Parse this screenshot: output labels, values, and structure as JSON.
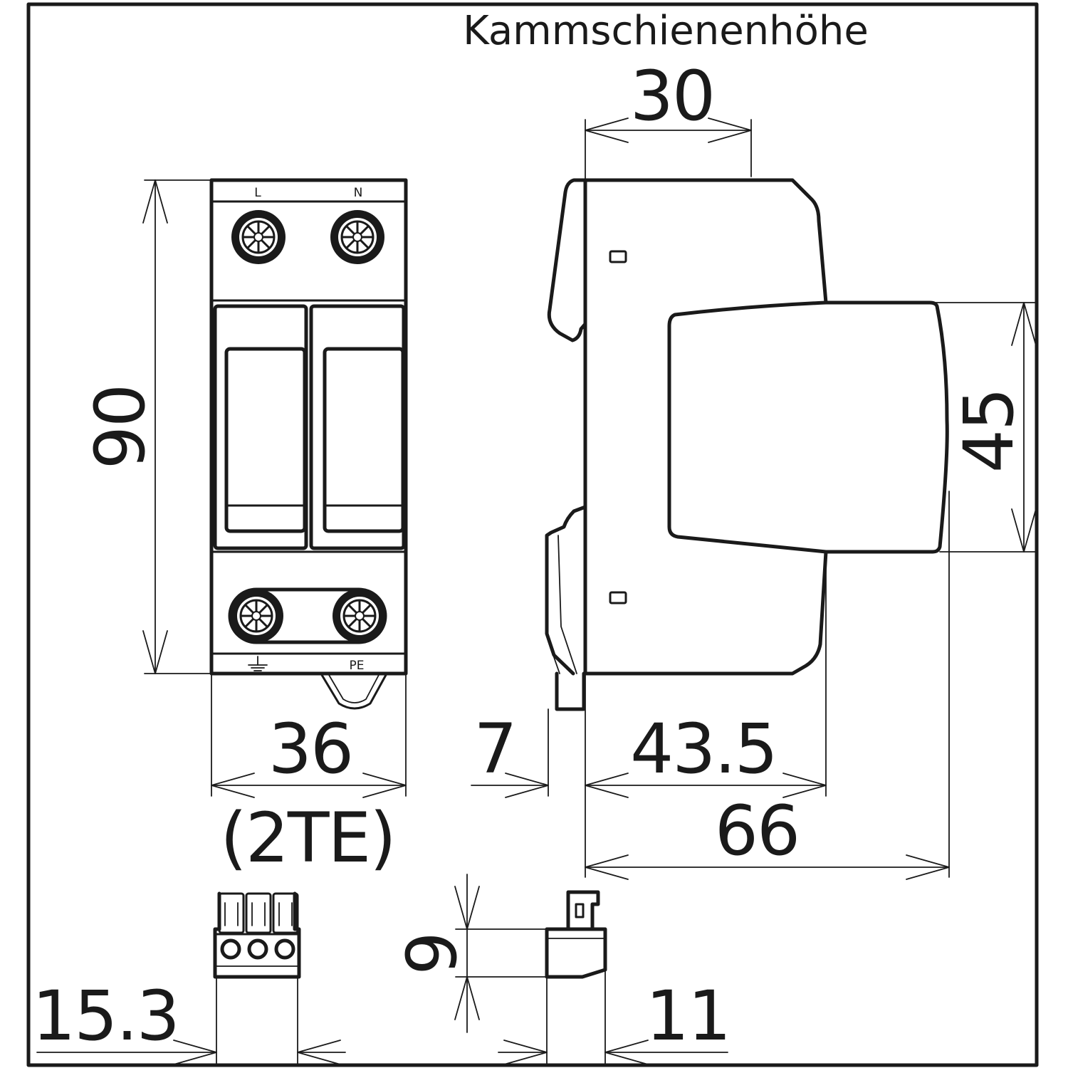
{
  "header": {
    "title": "Kammschienenhöhe"
  },
  "front_view": {
    "terminal_top_left": "L",
    "terminal_top_right": "N",
    "terminal_bottom_right": "PE",
    "ground_symbol": "earth-ground-icon"
  },
  "dimensions": {
    "busbar_height": "30",
    "height": "90",
    "width": "36",
    "width_units": "(2TE)",
    "rail_depth": "7",
    "front_depth": "43.5",
    "total_depth": "66",
    "module_height": "45",
    "connector_width": "15.3",
    "connector_height": "9",
    "connector_depth": "11"
  },
  "colors": {
    "line": "#1a1a1a",
    "background": "#ffffff"
  }
}
